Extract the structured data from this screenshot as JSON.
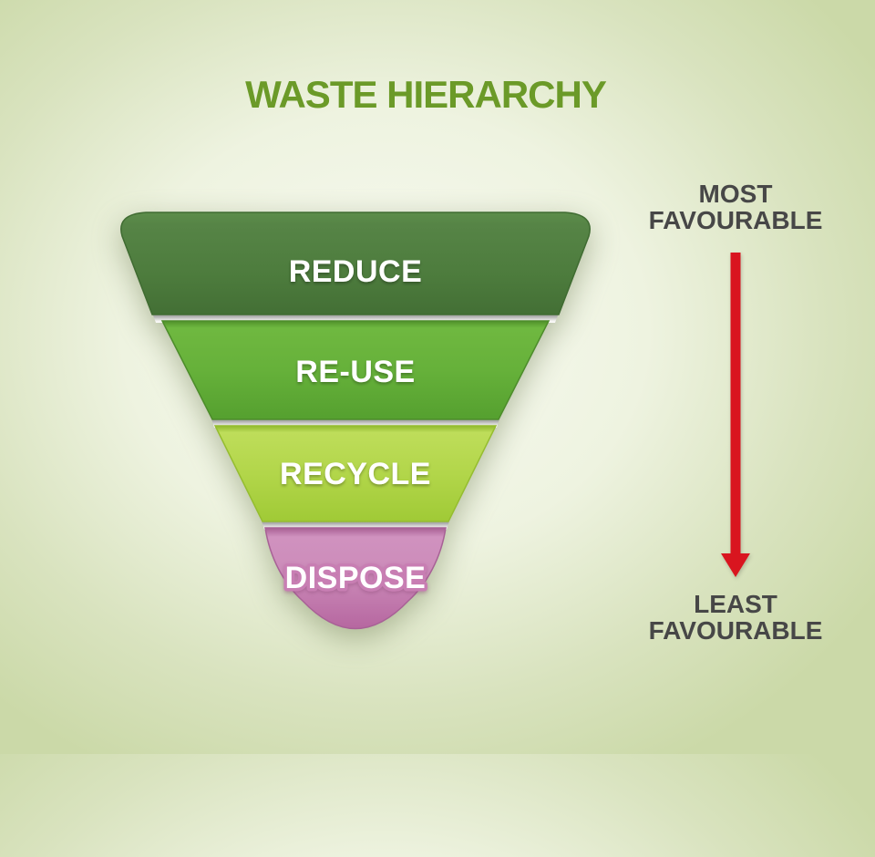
{
  "title": "WASTE HIERARCHY",
  "pyramid": {
    "levels": [
      {
        "label": "REDUCE",
        "color": "#4f7f3e"
      },
      {
        "label": "RE-USE",
        "color": "#64ae3a"
      },
      {
        "label": "RECYCLE",
        "color": "#b1d548"
      },
      {
        "label": "DISPOSE",
        "color": "#cc8bb9"
      }
    ]
  },
  "scale": {
    "most_label": "MOST\nFAVOURABLE",
    "least_label": "LEAST\nFAVOURABLE",
    "arrow_color": "#d9151f"
  },
  "colors": {
    "title": "#6b9a28",
    "scale_text": "#474747",
    "background_center": "#f8faf2",
    "background_edge": "#cbd9a8",
    "separator_band": "#a9a9a9",
    "dispose_text_outline": "#c87eb3"
  }
}
